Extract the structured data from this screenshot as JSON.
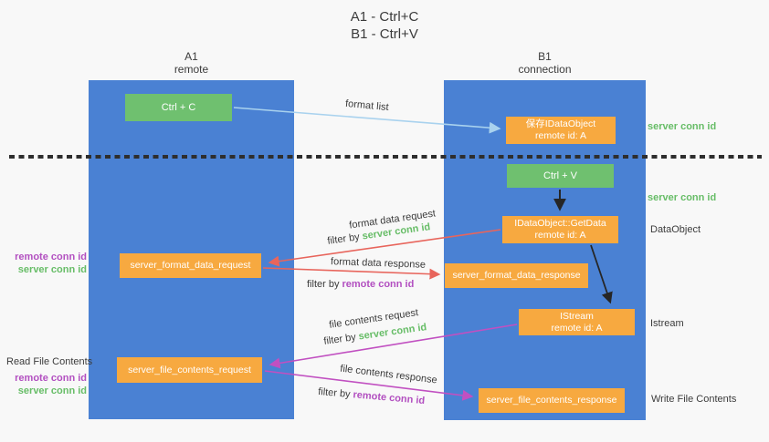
{
  "title": {
    "line1": "A1 - Ctrl+C",
    "line2": "B1 - Ctrl+V"
  },
  "lanes": {
    "a1": {
      "name": "A1",
      "subtitle": "remote"
    },
    "b1": {
      "name": "B1",
      "subtitle": "connection"
    }
  },
  "nodes": {
    "ctrl_c": {
      "label": "Ctrl + C"
    },
    "ctrl_v": {
      "label": "Ctrl + V"
    },
    "save_dataobject": {
      "line1": "保存IDataObject",
      "line2": "remote id: A"
    },
    "getdata": {
      "line1": "IDataObject::GetData",
      "line2": "remote id: A"
    },
    "istream": {
      "line1": "IStream",
      "line2": "remote id: A"
    },
    "format_request": {
      "label": "server_format_data_request"
    },
    "format_response": {
      "label": "server_format_data_response"
    },
    "file_request": {
      "label": "server_file_contents_request"
    },
    "file_response": {
      "label": "server_file_contents_response"
    }
  },
  "arrows": {
    "format_list": {
      "label": "format list"
    },
    "format_data_request": {
      "label": "format data request",
      "filter_prefix": "filter by",
      "filter_key": "server conn id"
    },
    "format_data_response": {
      "label": "format data response",
      "filter_prefix": "filter by",
      "filter_key": "remote conn id"
    },
    "file_contents_request": {
      "label": "file contents request",
      "filter_prefix": "filter by",
      "filter_key": "server conn id"
    },
    "file_contents_response": {
      "label": "file contents response",
      "filter_prefix": "filter by",
      "filter_key": "remote conn id"
    }
  },
  "annotations": {
    "server_conn_id_top": "server conn id",
    "server_conn_id_mid": "server conn id",
    "dataobject": "DataObject",
    "istream": "Istream",
    "write_file_contents": "Write File Contents",
    "read_file_contents": "Read File Contents",
    "left_pair1": {
      "remote": "remote conn id",
      "server": "server conn id"
    },
    "left_pair2": {
      "remote": "remote conn id",
      "server": "server conn id"
    }
  },
  "colors": {
    "lane_blue": "#4a81d3",
    "node_orange": "#f7a940",
    "node_green": "#6fc06f",
    "arrow_lightblue": "#a9d2ee",
    "arrow_red": "#e8655c",
    "arrow_magenta": "#c150c1",
    "arrow_black": "#262626",
    "text_green": "#67bd67",
    "text_purple": "#b24fc0",
    "text_dark": "#3b3b3b",
    "background": "#f8f8f8"
  }
}
